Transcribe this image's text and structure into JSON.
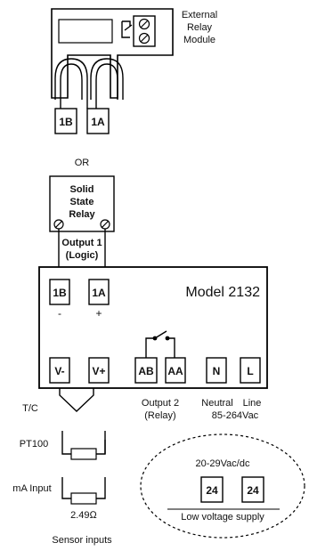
{
  "relay_module": {
    "label_line1": "External",
    "label_line2": "Relay",
    "label_line3": "Module",
    "term_b": "1B",
    "term_a": "1A"
  },
  "or_text": "OR",
  "ssr": {
    "line1": "Solid",
    "line2": "State",
    "line3": "Relay"
  },
  "output1": {
    "line1": "Output 1",
    "line2": "(Logic)"
  },
  "controller": {
    "model": "Model 2132",
    "top_terms": [
      "1B",
      "1A"
    ],
    "minus": "-",
    "plus": "+",
    "bottom_terms": [
      "V-",
      "V+",
      "AB",
      "AA",
      "N",
      "L"
    ]
  },
  "labels": {
    "tc": "T/C",
    "output2_line1": "Output 2",
    "output2_line2": "(Relay)",
    "neutral": "Neutral",
    "line": "Line",
    "voltage": "85-264Vac",
    "pt100": "PT100",
    "ma_input": "mA Input",
    "resistor": "2.49Ω",
    "sensor_inputs": "Sensor inputs"
  },
  "low_voltage": {
    "range": "20-29Vac/dc",
    "term1": "24",
    "term2": "24",
    "caption": "Low voltage supply"
  }
}
